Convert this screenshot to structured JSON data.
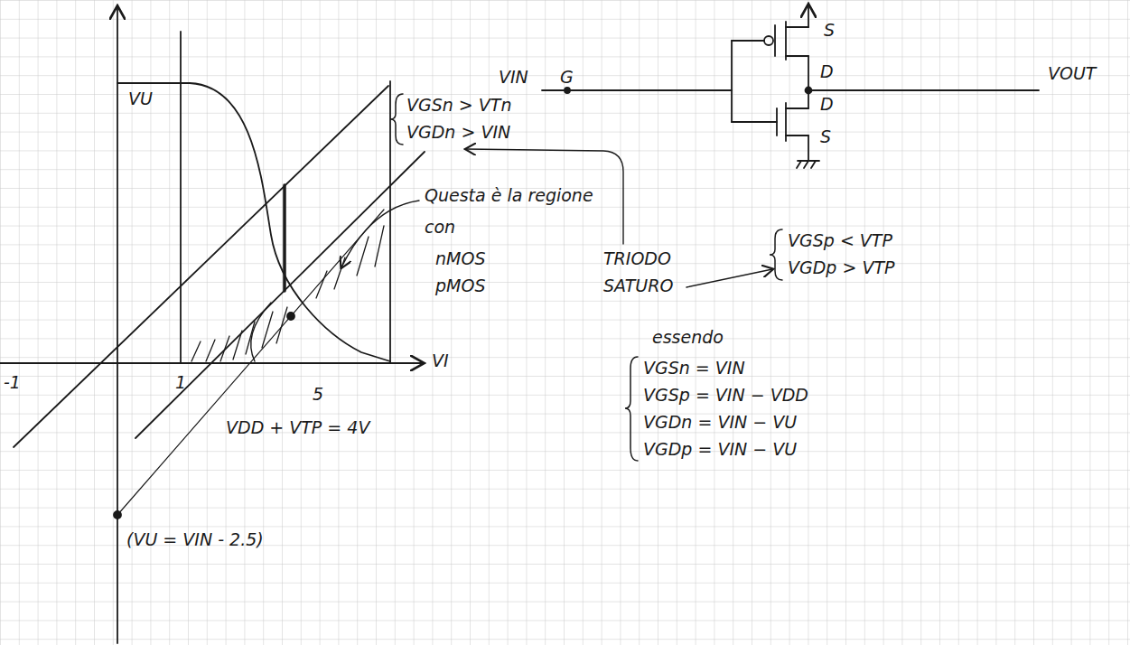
{
  "diagram": {
    "labels": [
      "VU",
      "VI",
      "-1",
      "1",
      "5",
      "VDD + VTP = 4V",
      "(VU = VIN - 2.5)",
      "VGSn > VTn",
      "VGDn > VIN",
      "Questa è la regione",
      "con",
      "nMOS",
      "TRIODO",
      "pMOS",
      "SATURO",
      "VGSp < VTP",
      "VGDp > VTP",
      "essendo",
      "VGSn = VIN",
      "VGSp = VIN − VDD",
      "VGDn = VIN − VU",
      "VGDp = VIN − VU",
      "VIN",
      "G",
      "S",
      "D",
      "D",
      "S",
      "VOUT"
    ]
  }
}
